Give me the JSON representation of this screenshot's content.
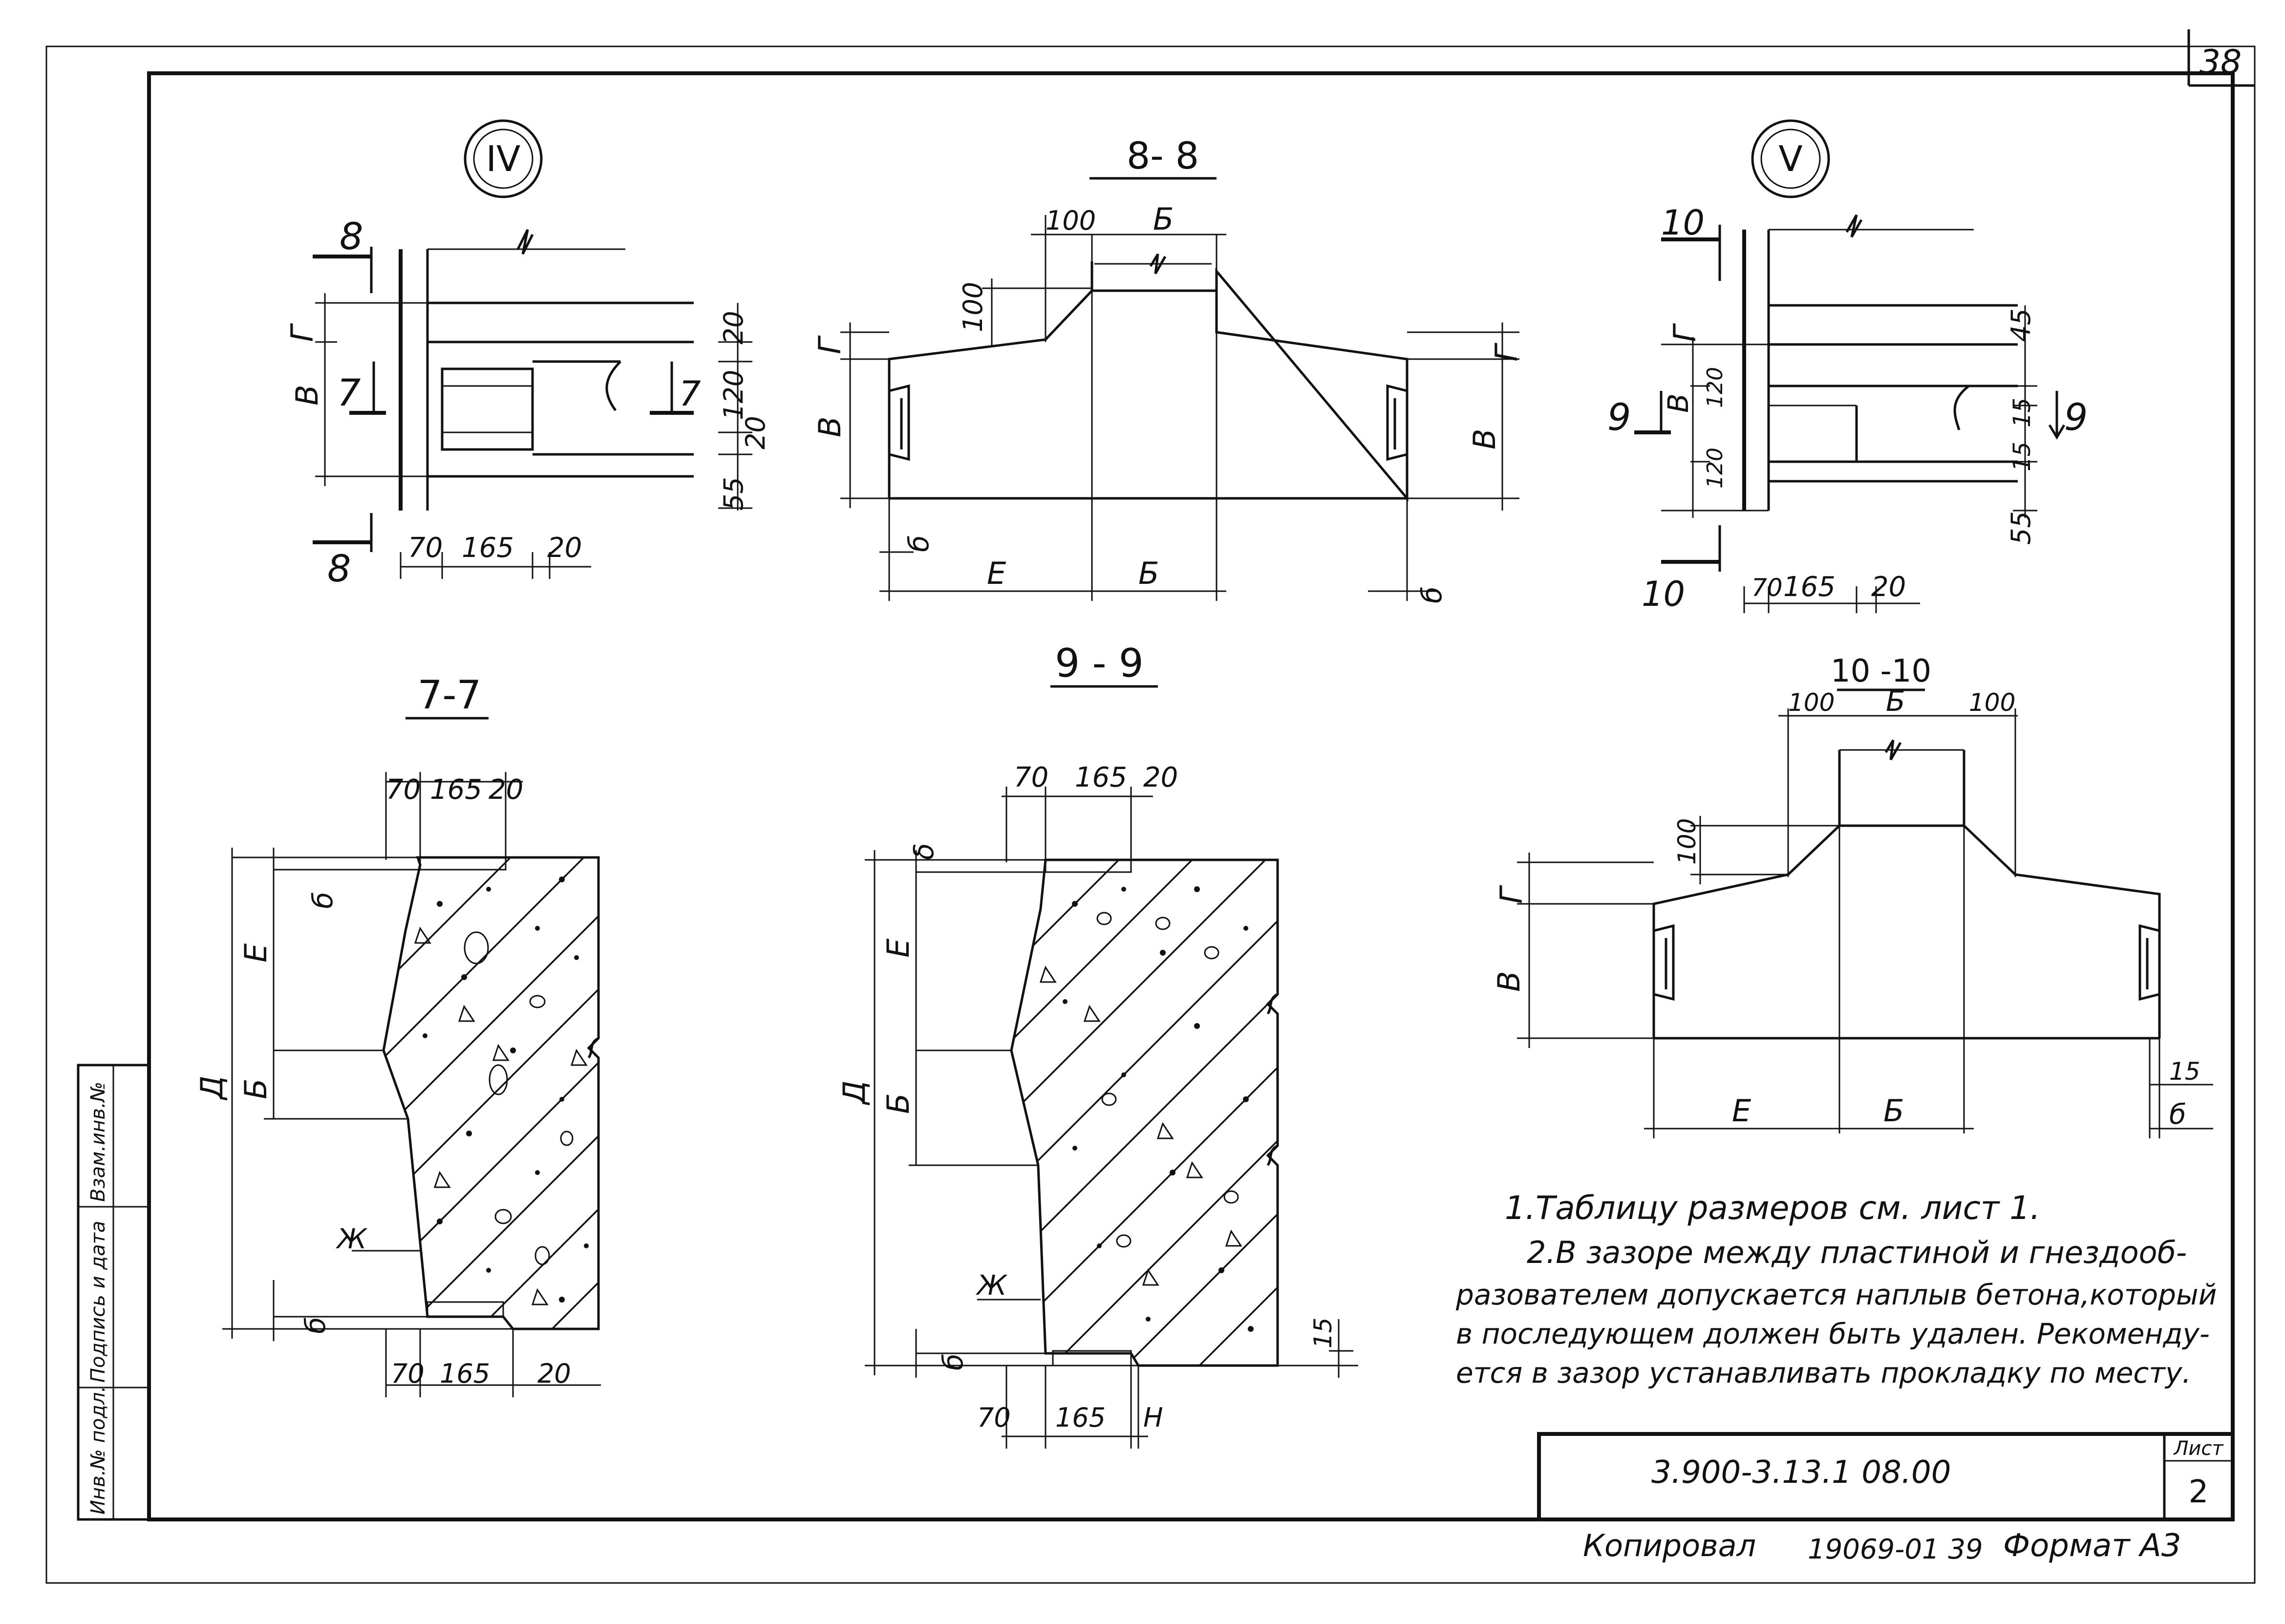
{
  "sheet": {
    "page_number": "38",
    "stamp_code": "3.900-3.13.1  08.00",
    "sheet_label": "Лист",
    "sheet_number": "2",
    "footer": {
      "copied": "Копировал",
      "order": "19069-01 39",
      "format": "Формат А3"
    },
    "side_stamp": [
      "Инв.№ подл.",
      "Подпись и дата",
      "Взам.инв.№"
    ]
  },
  "views": {
    "iv": {
      "marker": "IV",
      "cut_top": "8",
      "cut_bottom": "8",
      "cut_side": "7",
      "letters": [
        "Г",
        "В"
      ],
      "dims_right": [
        "20",
        "120",
        "20",
        "55"
      ],
      "dims_bottom": [
        "70",
        "165",
        "20"
      ]
    },
    "s88": {
      "title": "8- 8",
      "letters": [
        "Г",
        "В",
        "Г",
        "В",
        "б",
        "б",
        "Е",
        "Б",
        "Б"
      ],
      "dims": [
        "100",
        "100"
      ]
    },
    "v": {
      "marker": "V",
      "cut_top": "10",
      "cut_bottom": "10",
      "cut_side": "9",
      "letters": [
        "Г",
        "В"
      ],
      "dims_right": [
        "45",
        "15",
        "15",
        "55"
      ],
      "dims_left": [
        "120",
        "120"
      ],
      "dims_bottom": [
        "70",
        "165",
        "20"
      ]
    },
    "s77": {
      "title": "7-7",
      "dims_top": [
        "70",
        "165",
        "20"
      ],
      "dims_bottom": [
        "70",
        "165",
        "20"
      ],
      "letters": [
        "Д",
        "Е",
        "Б",
        "б",
        "б",
        "Ж"
      ]
    },
    "s99": {
      "title": "9 - 9",
      "dims_top": [
        "70",
        "165",
        "20"
      ],
      "dims_bottom": [
        "70",
        "165",
        "Н"
      ],
      "letters": [
        "Д",
        "Е",
        "Б",
        "δ",
        "б",
        "Ж"
      ],
      "dim_right": "15"
    },
    "s1010": {
      "title": "10 -10",
      "dims_top": [
        "100",
        "Б",
        "100"
      ],
      "dim_left": "100",
      "letters": [
        "Г",
        "В",
        "Е",
        "Б",
        "б"
      ],
      "dim_right": "15"
    }
  },
  "notes": [
    "1.Таблицу размеров см. лист 1.",
    "2.В зазоре между пластиной и гнездооб-",
    "разователем допускается наплыв бетона,который",
    "в последующем должен быть удален. Рекоменду-",
    "ется в зазор устанавливать прокладку по месту."
  ]
}
